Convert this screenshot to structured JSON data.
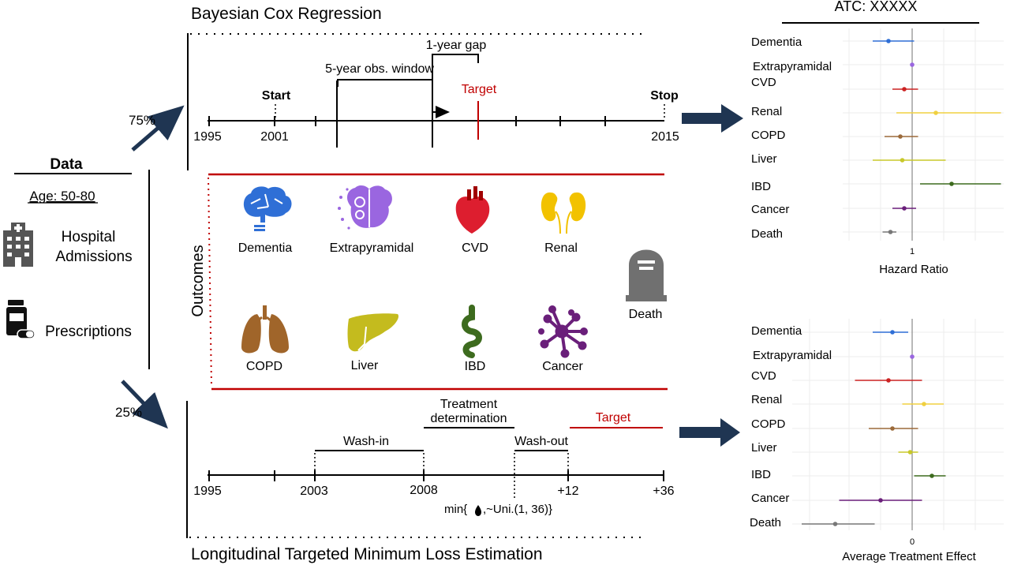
{
  "top_panel": {
    "title": "Bayesian Cox Regression",
    "window_label": "5-year obs. window",
    "gap_label": "1-year gap",
    "start_label": "Start",
    "stop_label": "Stop",
    "target_label": "Target",
    "ticks": [
      "1995",
      "2001",
      "2015"
    ]
  },
  "bottom_panel": {
    "title": "Longitudinal Targeted Minimum Loss Estimation",
    "washin_label": "Wash-in",
    "treatment_label_1": "Treatment",
    "treatment_label_2": "determination",
    "washout_label": "Wash-out",
    "target_label": "Target",
    "ticks": [
      "1995",
      "2003",
      "2008",
      "+12",
      "+36"
    ],
    "formula_prefix": "min{",
    "formula_suffix": ",~Uni.(1, 36)}"
  },
  "split": {
    "top_pct": "75%",
    "bottom_pct": "25%"
  },
  "data_panel": {
    "title": "Data",
    "age": "Age: 50-80",
    "hospital_line1": "Hospital",
    "hospital_line2": "Admissions",
    "prescriptions": "Prescriptions"
  },
  "outcomes": {
    "title": "Outcomes",
    "items": [
      "Dementia",
      "Extrapyramidal",
      "CVD",
      "Renal",
      "COPD",
      "Liver",
      "IBD",
      "Cancer",
      "Death"
    ],
    "icons": [
      "brain-icon",
      "brain-gear-icon",
      "heart-icon",
      "kidney-icon",
      "lungs-icon",
      "liver-icon",
      "intestine-icon",
      "cancer-cell-icon",
      "tombstone-icon"
    ]
  },
  "colors": {
    "red": "#c00000",
    "navy": "#1f3552",
    "dementia": "#2f6fd6",
    "extrapyramidal": "#9a66e0",
    "cvd": "#cc2222",
    "renal": "#f0d040",
    "copd": "#9b6a3a",
    "liver": "#c8c82a",
    "ibd": "#3d6b1e",
    "cancer": "#6a1f7a",
    "death": "#777777"
  },
  "chart_data": [
    {
      "type": "forest",
      "title": "ATC: XXXXX",
      "xlabel": "Hazard Ratio",
      "x_ticks": [
        "1"
      ],
      "reference": 1,
      "categories": [
        "Dementia",
        "Extrapyramidal",
        "CVD",
        "Renal",
        "COPD",
        "Liver",
        "IBD",
        "Cancer",
        "Death"
      ],
      "estimates": [
        0.88,
        1.0,
        0.96,
        1.12,
        0.94,
        0.95,
        1.2,
        0.96,
        0.89
      ],
      "lower": [
        0.8,
        1.0,
        0.9,
        0.92,
        0.86,
        0.8,
        1.04,
        0.9,
        0.85
      ],
      "upper": [
        1.01,
        1.0,
        1.03,
        1.45,
        1.03,
        1.17,
        1.45,
        1.02,
        0.92
      ],
      "colors": [
        "#2f6fd6",
        "#9a66e0",
        "#cc2222",
        "#f0d040",
        "#9b6a3a",
        "#c8c82a",
        "#3d6b1e",
        "#6a1f7a",
        "#777777"
      ]
    },
    {
      "type": "forest",
      "title": "",
      "xlabel": "Average Treatment Effect",
      "x_ticks": [
        "0"
      ],
      "reference": 0,
      "categories": [
        "Dementia",
        "Extrapyramidal",
        "CVD",
        "Renal",
        "COPD",
        "Liver",
        "IBD",
        "Cancer",
        "Death"
      ],
      "estimates": [
        -0.1,
        0.0,
        -0.12,
        0.06,
        -0.1,
        -0.01,
        0.1,
        -0.16,
        -0.39
      ],
      "lower": [
        -0.2,
        0.0,
        -0.29,
        -0.05,
        -0.22,
        -0.07,
        0.01,
        -0.37,
        -0.56
      ],
      "upper": [
        -0.02,
        0.0,
        0.05,
        0.16,
        0.03,
        0.03,
        0.17,
        0.05,
        -0.19
      ],
      "colors": [
        "#2f6fd6",
        "#9a66e0",
        "#cc2222",
        "#f0d040",
        "#9b6a3a",
        "#c8c82a",
        "#3d6b1e",
        "#6a1f7a",
        "#777777"
      ]
    }
  ]
}
